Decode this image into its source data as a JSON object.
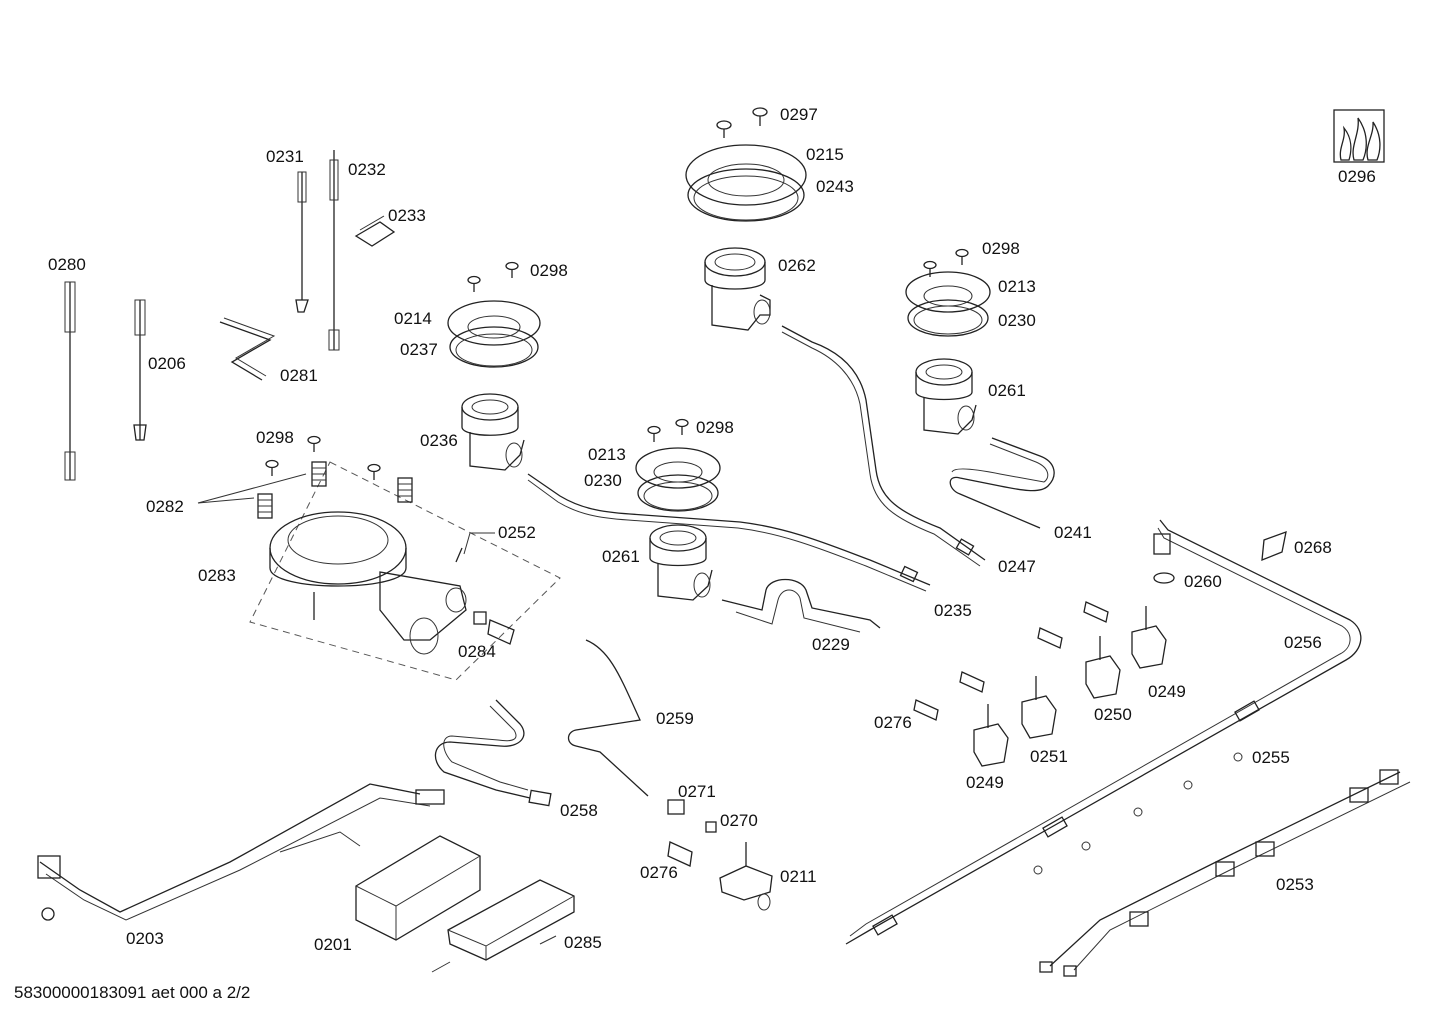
{
  "labels": {
    "p0297": "0297",
    "p0215": "0215",
    "p0243": "0243",
    "p0296": "0296",
    "p0231": "0231",
    "p0232": "0232",
    "p0233": "0233",
    "p0280": "0280",
    "p0206": "0206",
    "p0281": "0281",
    "p0298a": "0298",
    "p0214": "0214",
    "p0237": "0237",
    "p0262": "0262",
    "p0298b": "0298",
    "p0213a": "0213",
    "p0230a": "0230",
    "p0261a": "0261",
    "p0236": "0236",
    "p0298c": "0298",
    "p0298d": "0298",
    "p0213b": "0213",
    "p0230b": "0230",
    "p0282": "0282",
    "p0252": "0252",
    "p0241": "0241",
    "p0261b": "0261",
    "p0247": "0247",
    "p0268": "0268",
    "p0283": "0283",
    "p0235": "0235",
    "p0260": "0260",
    "p0229": "0229",
    "p0284": "0284",
    "p0256": "0256",
    "p0249a": "0249",
    "p0259": "0259",
    "p0276a": "0276",
    "p0250": "0250",
    "p0251": "0251",
    "p0249b": "0249",
    "p0255": "0255",
    "p0271": "0271",
    "p0258": "0258",
    "p0270": "0270",
    "p0276b": "0276",
    "p0211": "0211",
    "p0253": "0253",
    "p0203": "0203",
    "p0201": "0201",
    "p0285": "0285"
  },
  "footer": "58300000183091 aet 000 a 2/2"
}
